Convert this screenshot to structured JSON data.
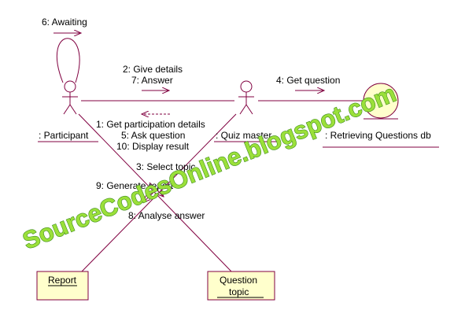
{
  "colors": {
    "line": "#800040",
    "arrow": "#800040",
    "box_fill": "#ffffcc",
    "entity_fill": "#ffffcc",
    "text": "#000000",
    "watermark_fill": "#9be03a",
    "watermark_stroke": "#3c8a1a"
  },
  "objects": {
    "participant": ": Participant",
    "quiz_master": ": Quiz master",
    "questions_db": ": Retrieving Questions db",
    "report": "Report",
    "question_topic_line1": "Question",
    "question_topic_line2": "topic"
  },
  "messages": {
    "awaiting": "6: Awaiting",
    "give_details": "2: Give details",
    "answer": "7: Answer",
    "get_question": "4: Get question",
    "get_participation": "1: Get participation details",
    "ask_question": "5: Ask question",
    "display_result": "10: Display result",
    "select_topic": "3: Select topic",
    "generate_report": "9: Generate report",
    "analyse_answer": "8: Analyse answer"
  },
  "watermark": "SourceCodesOnline.blogspot.com"
}
